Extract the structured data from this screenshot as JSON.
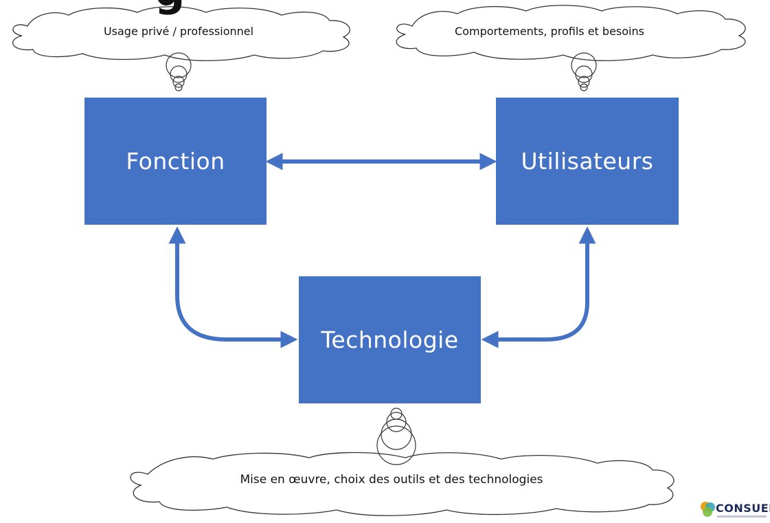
{
  "header": {
    "title_fragment": "g"
  },
  "boxes": {
    "fonction": "Fonction",
    "utilisateurs": "Utilisateurs",
    "technologie": "Technologie"
  },
  "clouds": {
    "left": "Usage privé / professionnel",
    "right": "Comportements, profils et besoins",
    "bottom": "Mise en œuvre, choix des outils et des technologies"
  },
  "logo": {
    "text": "CONSUEL",
    "colors": [
      "#e8a317",
      "#3aa5b5",
      "#7cbf3f",
      "#1a2b5c"
    ]
  },
  "colors": {
    "box": "#4472c4",
    "arrow": "#4472c4",
    "cloud_stroke": "#333333"
  }
}
